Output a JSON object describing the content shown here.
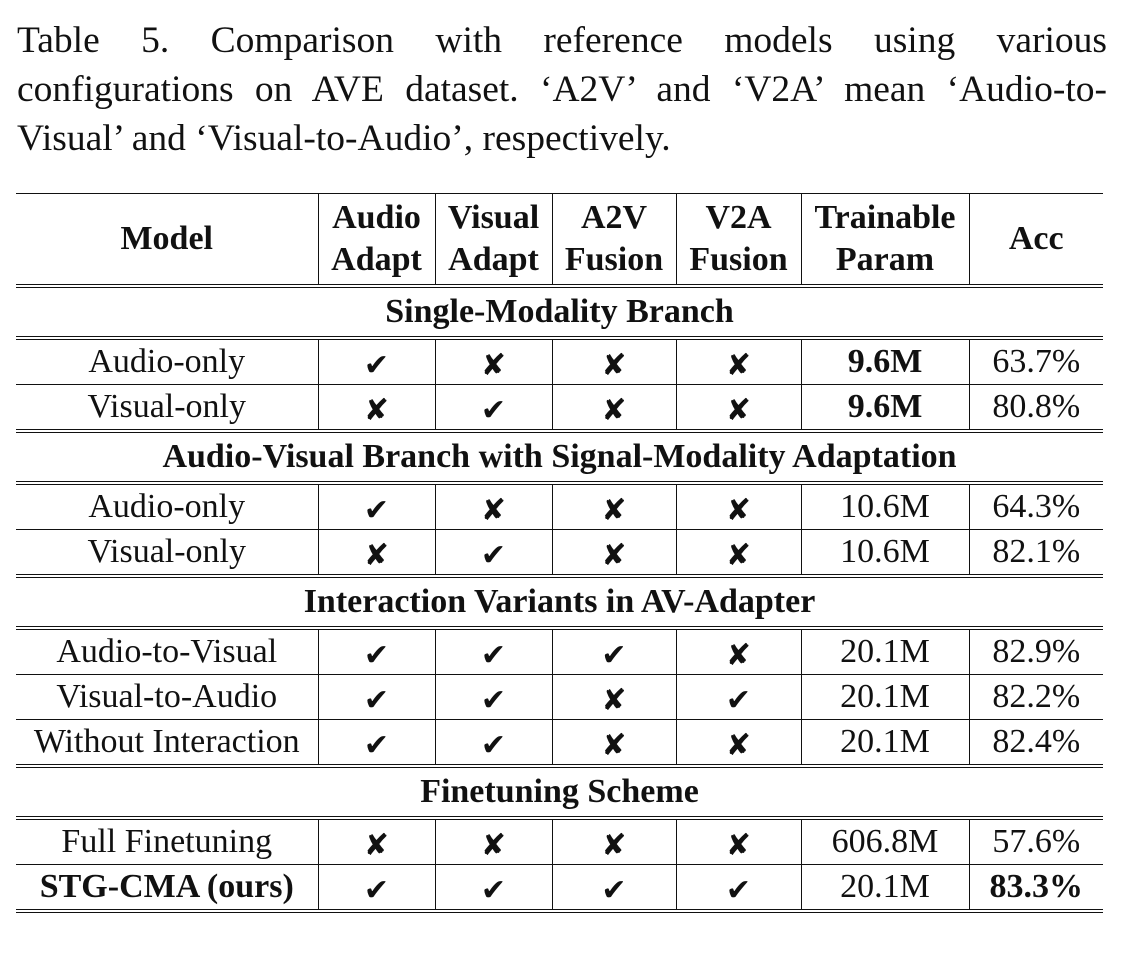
{
  "caption": "Table 5. Comparison with reference models using various configurations on AVE dataset. ‘A2V’ and ‘V2A’ mean ‘Audio-to-Visual’ and ‘Visual-to-Audio’, respectively.",
  "headers": {
    "model": "Model",
    "audio_adapt": [
      "Audio",
      "Adapt"
    ],
    "visual_adapt": [
      "Visual",
      "Adapt"
    ],
    "a2v_fusion": [
      "A2V",
      "Fusion"
    ],
    "v2a_fusion": [
      "V2A",
      "Fusion"
    ],
    "trainable_param": [
      "Trainable",
      "Param"
    ],
    "acc": "Acc"
  },
  "symbols": {
    "check": "✔",
    "cross": "✘"
  },
  "sections": [
    {
      "title": "Single-Modality Branch",
      "rows": [
        {
          "model": "Audio-only",
          "audio_adapt": true,
          "visual_adapt": false,
          "a2v_fusion": false,
          "v2a_fusion": false,
          "param": "9.6M",
          "acc": "63.7%",
          "bold_param": true
        },
        {
          "model": "Visual-only",
          "audio_adapt": false,
          "visual_adapt": true,
          "a2v_fusion": false,
          "v2a_fusion": false,
          "param": "9.6M",
          "acc": "80.8%",
          "bold_param": true
        }
      ]
    },
    {
      "title": "Audio-Visual Branch with Signal-Modality Adaptation",
      "rows": [
        {
          "model": "Audio-only",
          "audio_adapt": true,
          "visual_adapt": false,
          "a2v_fusion": false,
          "v2a_fusion": false,
          "param": "10.6M",
          "acc": "64.3%"
        },
        {
          "model": "Visual-only",
          "audio_adapt": false,
          "visual_adapt": true,
          "a2v_fusion": false,
          "v2a_fusion": false,
          "param": "10.6M",
          "acc": "82.1%"
        }
      ]
    },
    {
      "title": "Interaction Variants in AV-Adapter",
      "rows": [
        {
          "model": "Audio-to-Visual",
          "audio_adapt": true,
          "visual_adapt": true,
          "a2v_fusion": true,
          "v2a_fusion": false,
          "param": "20.1M",
          "acc": "82.9%"
        },
        {
          "model": "Visual-to-Audio",
          "audio_adapt": true,
          "visual_adapt": true,
          "a2v_fusion": false,
          "v2a_fusion": true,
          "param": "20.1M",
          "acc": "82.2%"
        },
        {
          "model": "Without Interaction",
          "audio_adapt": true,
          "visual_adapt": true,
          "a2v_fusion": false,
          "v2a_fusion": false,
          "param": "20.1M",
          "acc": "82.4%"
        }
      ]
    },
    {
      "title": "Finetuning Scheme",
      "rows": [
        {
          "model": "Full Finetuning",
          "audio_adapt": false,
          "visual_adapt": false,
          "a2v_fusion": false,
          "v2a_fusion": false,
          "param": "606.8M",
          "acc": "57.6%"
        },
        {
          "model": "STG-CMA (ours)",
          "audio_adapt": true,
          "visual_adapt": true,
          "a2v_fusion": true,
          "v2a_fusion": true,
          "param": "20.1M",
          "acc": "83.3%",
          "bold_model": true,
          "bold_acc": true
        }
      ]
    }
  ]
}
